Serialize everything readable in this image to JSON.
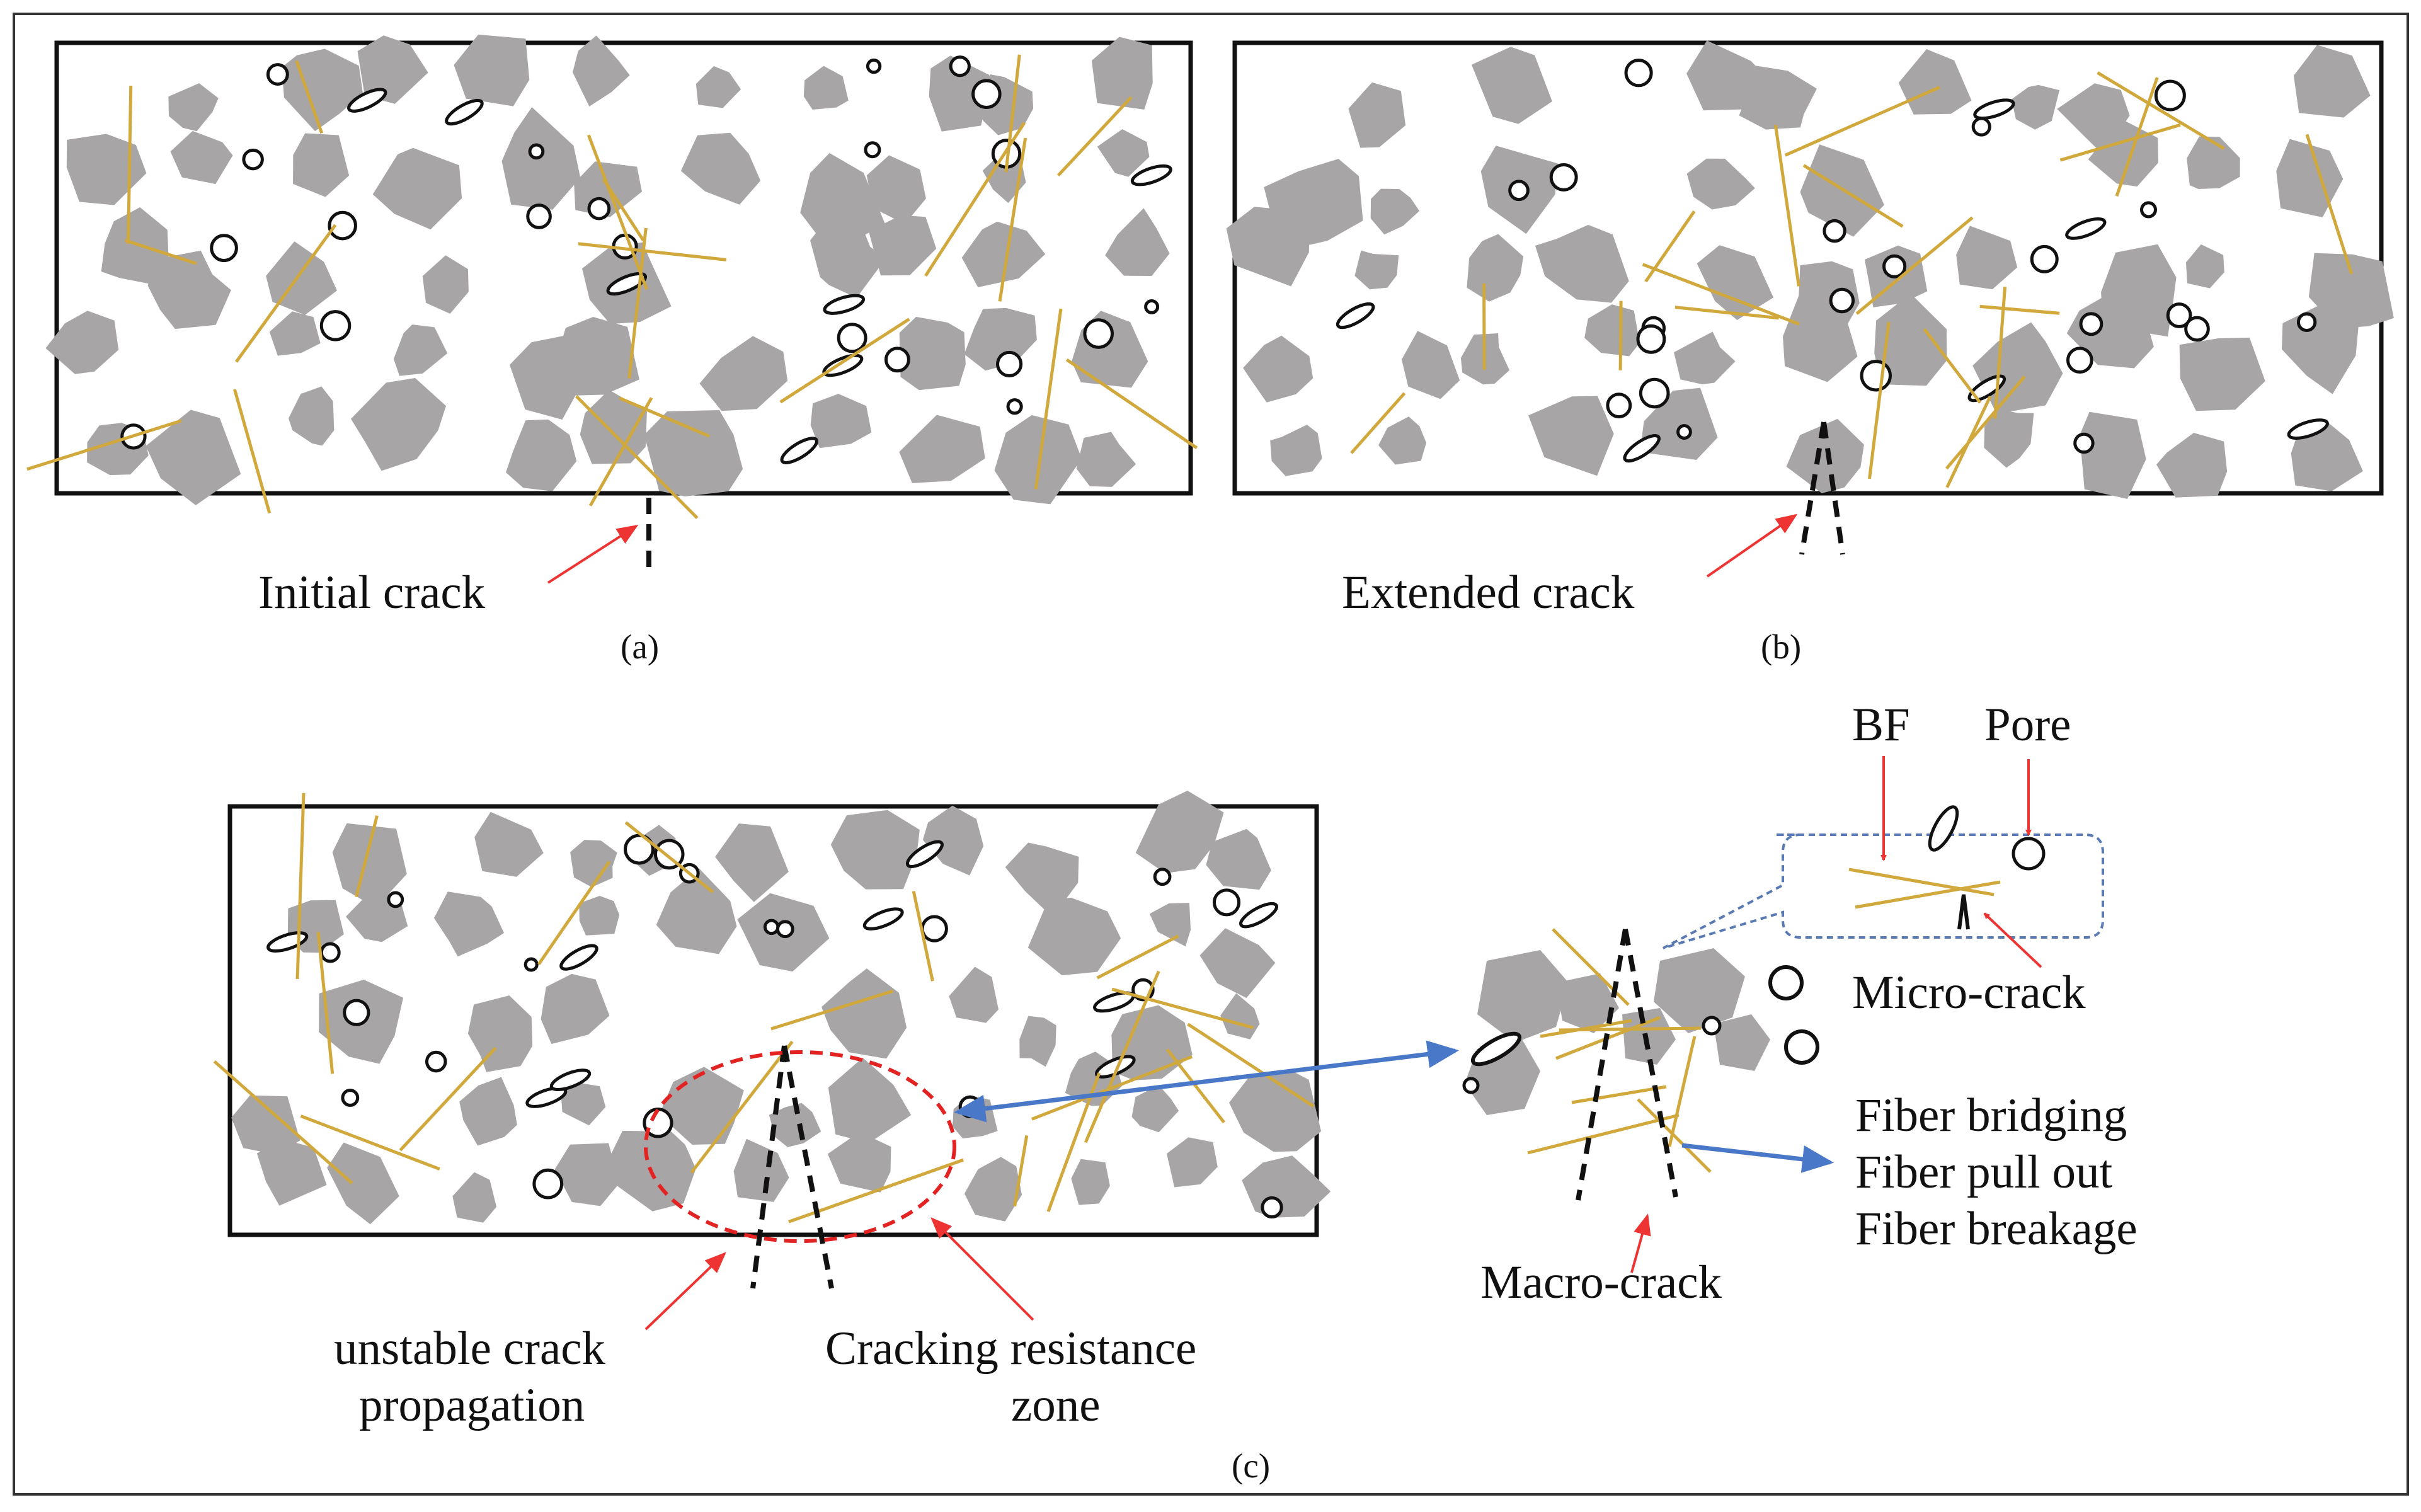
{
  "panels": {
    "a": {
      "caption": "(a)",
      "crack_label": "Initial crack"
    },
    "b": {
      "caption": "(b)",
      "crack_label": "Extended crack"
    },
    "c": {
      "caption": "(c)",
      "unstable_label_line1": "unstable crack",
      "unstable_label_line2": "propagation",
      "resistance_label_line1": "Cracking resistance",
      "resistance_label_line2": "zone"
    }
  },
  "detail": {
    "macro_crack_label": "Macro-crack",
    "micro_crack_label": "Micro-crack",
    "bf_label": "BF",
    "pore_label": "Pore",
    "mechanisms": [
      "Fiber bridging",
      "Fiber pull out",
      "Fiber breakage"
    ]
  },
  "colors": {
    "aggregate": "#a7a5a5",
    "fiber": "#d1a83c",
    "red_arrow": "#ee3333",
    "blue_arrow": "#4a78c8",
    "callout_border": "#5a7ab4",
    "zone_circle": "#e32222",
    "frame": "#333333"
  }
}
